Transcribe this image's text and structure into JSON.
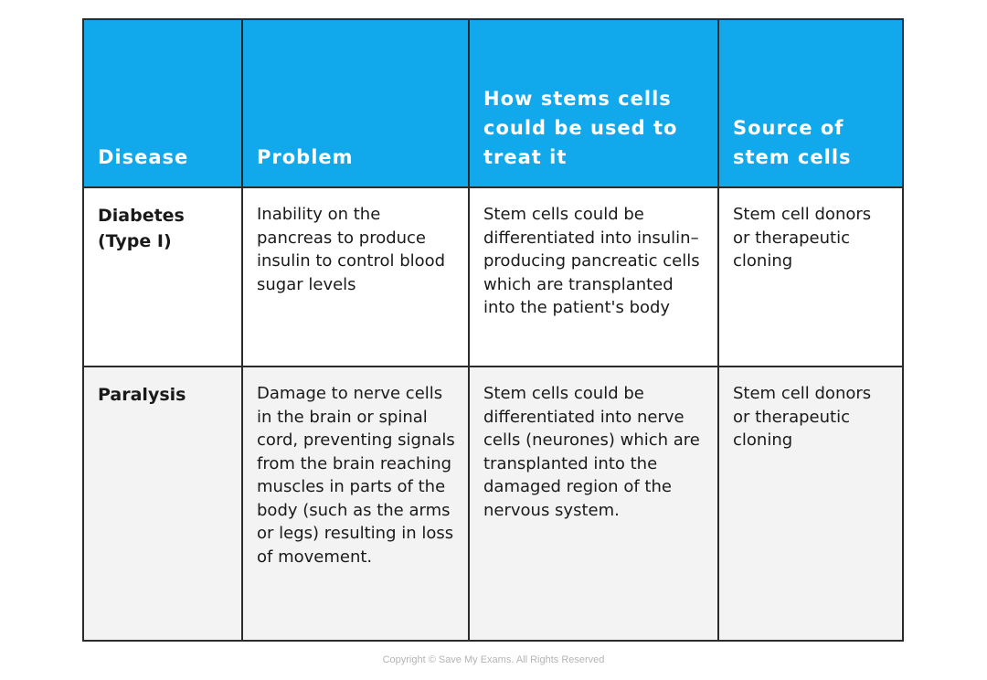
{
  "table": {
    "headers": [
      "Disease",
      "Problem",
      "How stems cells could be used to treat it",
      "Source of stem cells"
    ],
    "rows": [
      {
        "disease": "Diabetes (Type I)",
        "problem": "Inability on the pancreas to produce insulin to control blood sugar levels",
        "treatment": "Stem cells could be differentiated into insulin–producing pancreatic cells which are transplanted into the patient's body",
        "source": "Stem cell donors or therapeutic cloning"
      },
      {
        "disease": "Paralysis",
        "problem": "Damage to nerve cells in the brain or spinal cord, preventing signals from the brain reaching muscles in parts of the body (such as the arms or legs) resulting in loss of movement.",
        "treatment": "Stem cells could be differentiated into nerve cells (neurones) which are transplanted into the damaged region of the nervous system.",
        "source": "Stem cell donors or therapeutic cloning"
      }
    ]
  },
  "footer": {
    "copyright": "Copyright © Save My Exams. All Rights Reserved"
  },
  "colors": {
    "header_background": "#12a8ec",
    "header_text": "#ffffff",
    "border": "#2b2b2b",
    "shaded_row": "#f3f3f3"
  }
}
